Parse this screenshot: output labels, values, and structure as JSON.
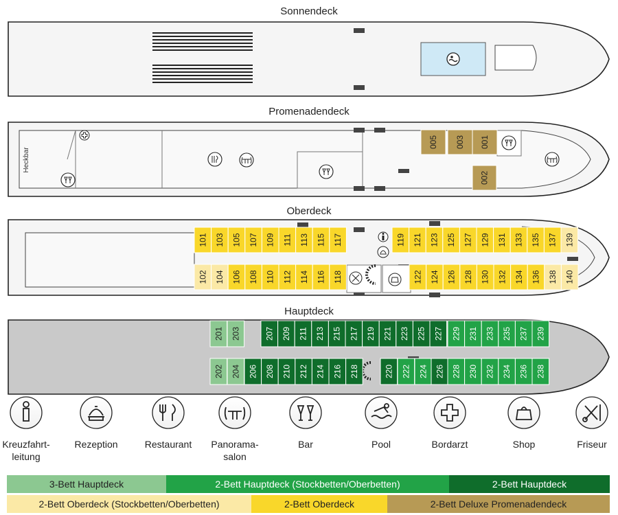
{
  "decks": [
    {
      "id": "sonnendeck",
      "title": "Sonnendeck"
    },
    {
      "id": "promenadendeck",
      "title": "Promenadendeck",
      "side_label": "Heckbar"
    },
    {
      "id": "oberdeck",
      "title": "Oberdeck"
    },
    {
      "id": "hauptdeck",
      "title": "Hauptdeck"
    }
  ],
  "colors": {
    "yellow": "#f9d72a",
    "light_yellow": "#fbe9a6",
    "gold": "#b79a55",
    "light_green": "#8cc891",
    "mid_green": "#22a347",
    "dark_green": "#0f6d2b",
    "hull_grey": "#c9c9c9",
    "pool_blue": "#cfe9f6"
  },
  "cabins": {
    "promenadendeck": [
      {
        "num": "005",
        "type": "deluxe"
      },
      {
        "num": "003",
        "type": "deluxe"
      },
      {
        "num": "001",
        "type": "deluxe"
      },
      {
        "num": "002",
        "type": "deluxe"
      }
    ],
    "oberdeck_top": [
      {
        "num": "101",
        "type": "ober2"
      },
      {
        "num": "103",
        "type": "ober2"
      },
      {
        "num": "105",
        "type": "ober2"
      },
      {
        "num": "107",
        "type": "ober2"
      },
      {
        "num": "109",
        "type": "ober2"
      },
      {
        "num": "111",
        "type": "ober2"
      },
      {
        "num": "113",
        "type": "ober2"
      },
      {
        "num": "115",
        "type": "ober2"
      },
      {
        "num": "117",
        "type": "ober2"
      },
      {
        "num": "119",
        "type": "ober2"
      },
      {
        "num": "121",
        "type": "ober2"
      },
      {
        "num": "123",
        "type": "ober2"
      },
      {
        "num": "125",
        "type": "ober2"
      },
      {
        "num": "127",
        "type": "ober2"
      },
      {
        "num": "129",
        "type": "ober2"
      },
      {
        "num": "131",
        "type": "ober2"
      },
      {
        "num": "133",
        "type": "ober2"
      },
      {
        "num": "135",
        "type": "ober2"
      },
      {
        "num": "137",
        "type": "ober2"
      },
      {
        "num": "139",
        "type": "ober_stock"
      }
    ],
    "oberdeck_bottom": [
      {
        "num": "102",
        "type": "ober_stock"
      },
      {
        "num": "104",
        "type": "ober_stock"
      },
      {
        "num": "106",
        "type": "ober2"
      },
      {
        "num": "108",
        "type": "ober2"
      },
      {
        "num": "110",
        "type": "ober2"
      },
      {
        "num": "112",
        "type": "ober2"
      },
      {
        "num": "114",
        "type": "ober2"
      },
      {
        "num": "116",
        "type": "ober2"
      },
      {
        "num": "118",
        "type": "ober2"
      },
      {
        "num": "122",
        "type": "ober2"
      },
      {
        "num": "124",
        "type": "ober2"
      },
      {
        "num": "126",
        "type": "ober2"
      },
      {
        "num": "128",
        "type": "ober2"
      },
      {
        "num": "130",
        "type": "ober2"
      },
      {
        "num": "132",
        "type": "ober2"
      },
      {
        "num": "134",
        "type": "ober2"
      },
      {
        "num": "136",
        "type": "ober2"
      },
      {
        "num": "138",
        "type": "ober_stock"
      },
      {
        "num": "140",
        "type": "ober_stock"
      }
    ],
    "hauptdeck_top": [
      {
        "num": "201",
        "type": "haupt3"
      },
      {
        "num": "203",
        "type": "haupt3"
      },
      {
        "num": "207",
        "type": "haupt2"
      },
      {
        "num": "209",
        "type": "haupt2"
      },
      {
        "num": "211",
        "type": "haupt2"
      },
      {
        "num": "213",
        "type": "haupt2"
      },
      {
        "num": "215",
        "type": "haupt2"
      },
      {
        "num": "217",
        "type": "haupt2"
      },
      {
        "num": "219",
        "type": "haupt2"
      },
      {
        "num": "221",
        "type": "haupt2"
      },
      {
        "num": "223",
        "type": "haupt2"
      },
      {
        "num": "225",
        "type": "haupt2"
      },
      {
        "num": "227",
        "type": "haupt2"
      },
      {
        "num": "229",
        "type": "haupt_stock"
      },
      {
        "num": "231",
        "type": "haupt_stock"
      },
      {
        "num": "233",
        "type": "haupt_stock"
      },
      {
        "num": "235",
        "type": "haupt_stock"
      },
      {
        "num": "237",
        "type": "haupt_stock"
      },
      {
        "num": "239",
        "type": "haupt_stock"
      }
    ],
    "hauptdeck_bottom": [
      {
        "num": "202",
        "type": "haupt3"
      },
      {
        "num": "204",
        "type": "haupt3"
      },
      {
        "num": "206",
        "type": "haupt2"
      },
      {
        "num": "208",
        "type": "haupt2"
      },
      {
        "num": "210",
        "type": "haupt2"
      },
      {
        "num": "212",
        "type": "haupt2"
      },
      {
        "num": "214",
        "type": "haupt2"
      },
      {
        "num": "216",
        "type": "haupt2"
      },
      {
        "num": "218",
        "type": "haupt2"
      },
      {
        "num": "220",
        "type": "haupt2"
      },
      {
        "num": "222",
        "type": "haupt_stock"
      },
      {
        "num": "224",
        "type": "haupt_stock"
      },
      {
        "num": "226",
        "type": "haupt2"
      },
      {
        "num": "228",
        "type": "haupt_stock"
      },
      {
        "num": "230",
        "type": "haupt_stock"
      },
      {
        "num": "232",
        "type": "haupt_stock"
      },
      {
        "num": "234",
        "type": "haupt_stock"
      },
      {
        "num": "236",
        "type": "haupt_stock"
      },
      {
        "num": "238",
        "type": "haupt_stock"
      }
    ]
  },
  "icon_legend": [
    {
      "icon": "info-icon",
      "label_lines": [
        "Kreuzfahrt-",
        "leitung"
      ]
    },
    {
      "icon": "reception-bell-icon",
      "label_lines": [
        "Rezeption"
      ]
    },
    {
      "icon": "cutlery-icon",
      "label_lines": [
        "Restaurant"
      ]
    },
    {
      "icon": "lounge-table-icon",
      "label_lines": [
        "Panorama-",
        "salon"
      ]
    },
    {
      "icon": "wine-glasses-icon",
      "label_lines": [
        "Bar"
      ]
    },
    {
      "icon": "swimmer-icon",
      "label_lines": [
        "Pool"
      ]
    },
    {
      "icon": "medical-cross-icon",
      "label_lines": [
        "Bordarzt"
      ]
    },
    {
      "icon": "shop-bag-icon",
      "label_lines": [
        "Shop"
      ]
    },
    {
      "icon": "scissors-comb-icon",
      "label_lines": [
        "Friseur"
      ]
    }
  ],
  "color_legend": {
    "row1": [
      {
        "label": "3-Bett Hauptdeck",
        "type": "haupt3"
      },
      {
        "label": "2-Bett Hauptdeck (Stockbetten/Oberbetten)",
        "type": "haupt_stock"
      },
      {
        "label": "2-Bett Hauptdeck",
        "type": "haupt2"
      }
    ],
    "row2": [
      {
        "label": "2-Bett Oberdeck (Stockbetten/Oberbetten)",
        "type": "ober_stock"
      },
      {
        "label": "2-Bett Oberdeck",
        "type": "ober2"
      },
      {
        "label": "2-Bett Deluxe Promenadendeck",
        "type": "deluxe"
      }
    ]
  }
}
